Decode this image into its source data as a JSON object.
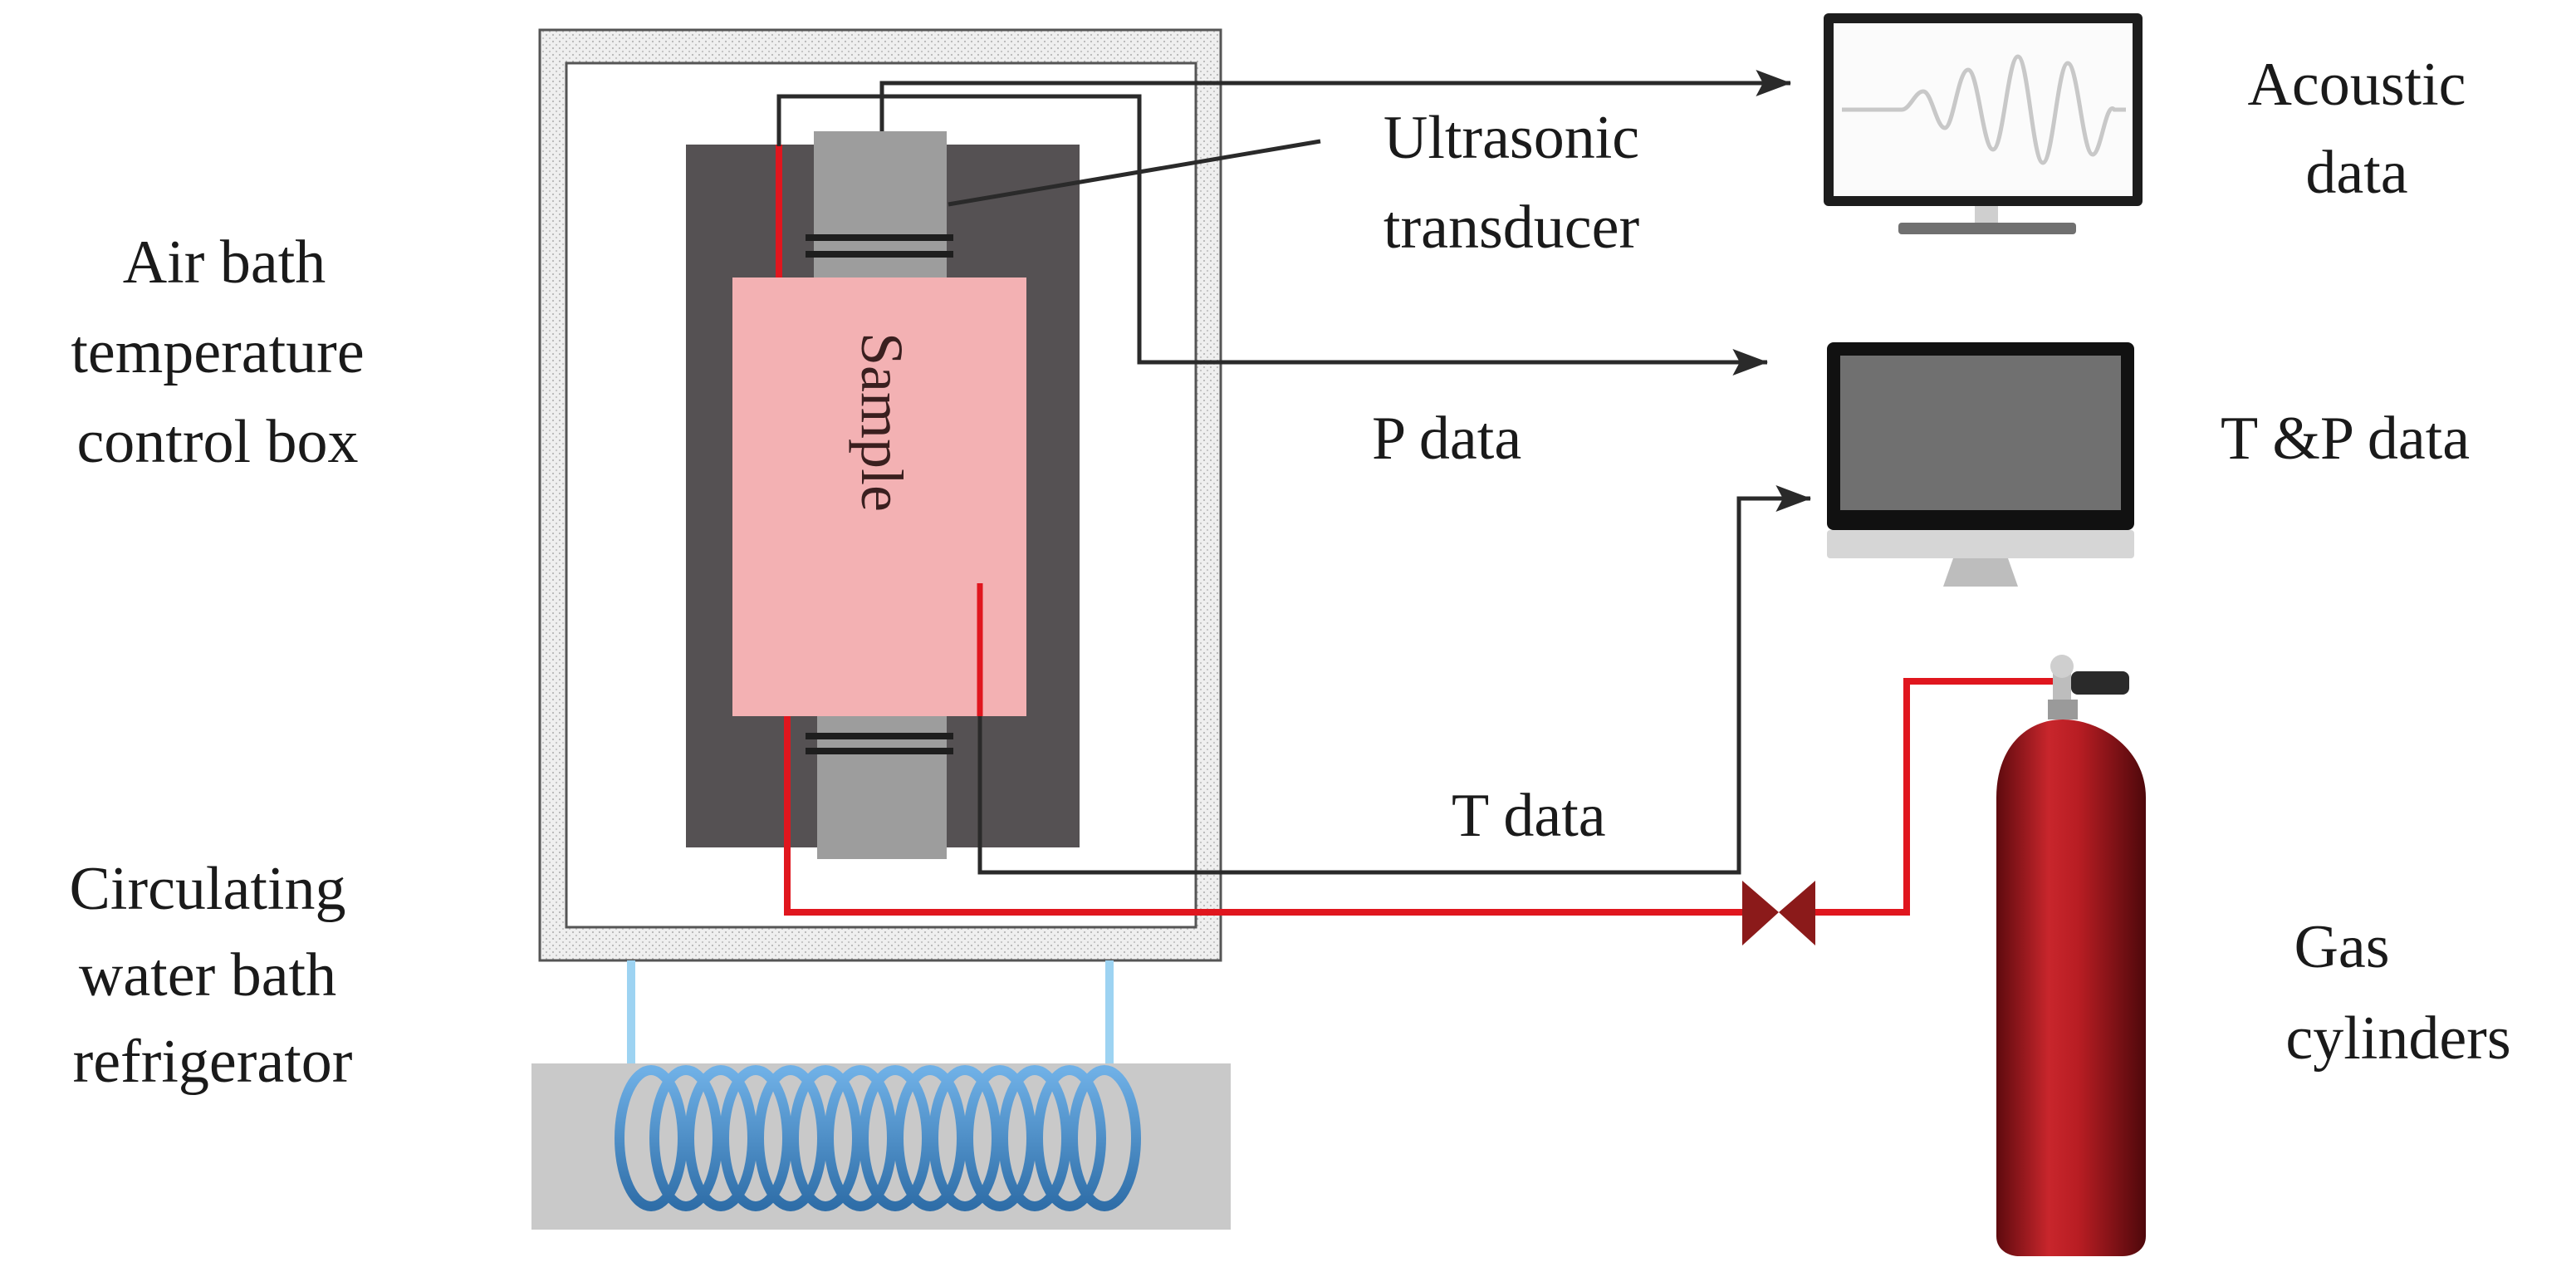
{
  "labels": {
    "air_bath": [
      "Air bath",
      "temperature",
      "control box"
    ],
    "water_bath": [
      "Circulating",
      "water bath",
      "refrigerator"
    ],
    "sample": "Sample",
    "transducer": [
      "Ultrasonic",
      "transducer"
    ],
    "acoustic": [
      "Acoustic",
      "data"
    ],
    "p_data": "P  data",
    "tp_data": "T &P data",
    "t_data": "T  data",
    "gas": [
      "Gas",
      "cylinders"
    ]
  },
  "colors": {
    "wire_red": "#e0161e",
    "wire_dark": "#2a2a2a",
    "vessel": "#555153",
    "sample": "#f3b1b3",
    "transducer": "#9d9d9d",
    "coil": "#4a90cf",
    "water_pipe": "#9dd3f2",
    "bath": "#c9c9c9",
    "cylinder": "#a3161c",
    "valve": "#8b1a1a"
  },
  "icons": [
    "monitor-waveform-icon",
    "monitor-icon",
    "gas-cylinder-icon",
    "valve-icon",
    "cooling-coil-icon"
  ]
}
